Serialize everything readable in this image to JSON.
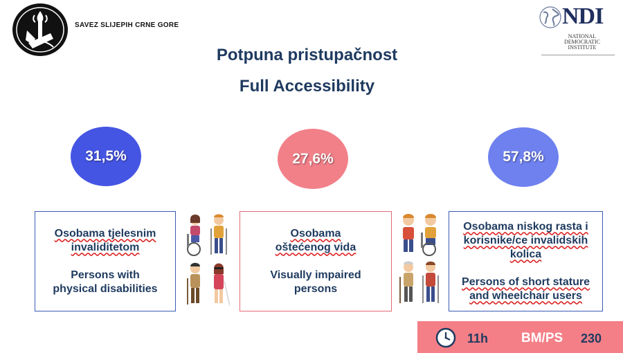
{
  "header": {
    "org_name": "SAVEZ SLIJEPIH CRNE GORE",
    "ndi_logo": "NDI",
    "ndi_subtitle_lines": [
      "NATIONAL",
      "DEMOCRATIC",
      "INSTITUTE"
    ]
  },
  "title": {
    "line1": "Potpuna pristupačnost",
    "line2": "Full Accessibility"
  },
  "stats": [
    {
      "value": "31,5%",
      "color": "#4555e3"
    },
    {
      "value": "27,6%",
      "color": "#f28089"
    },
    {
      "value": "57,8%",
      "color": "#6e81ef"
    }
  ],
  "groups": [
    {
      "local_lines": [
        "Osobama tjelesnim",
        "invaliditetom"
      ],
      "english_lines": [
        "Persons with",
        "physical disabilities"
      ]
    },
    {
      "local_lines": [
        "Osobama",
        "oštećenog vida"
      ],
      "english_lines": [
        "Visually impaired",
        "persons"
      ]
    },
    {
      "local_lines": [
        "Osobama niskog rasta i",
        "korisnike/ce invalidskih",
        "kolica"
      ],
      "english_lines": [
        "Persons of short stature",
        "and wheelchair users"
      ]
    }
  ],
  "footer": {
    "icon": "clock-icon",
    "hours": "11h",
    "label": "BM/PS",
    "count": "230"
  },
  "colors": {
    "title": "#1e3a5f",
    "accent_pink": "#f47f87",
    "border_blue": "#3a5ab3"
  }
}
